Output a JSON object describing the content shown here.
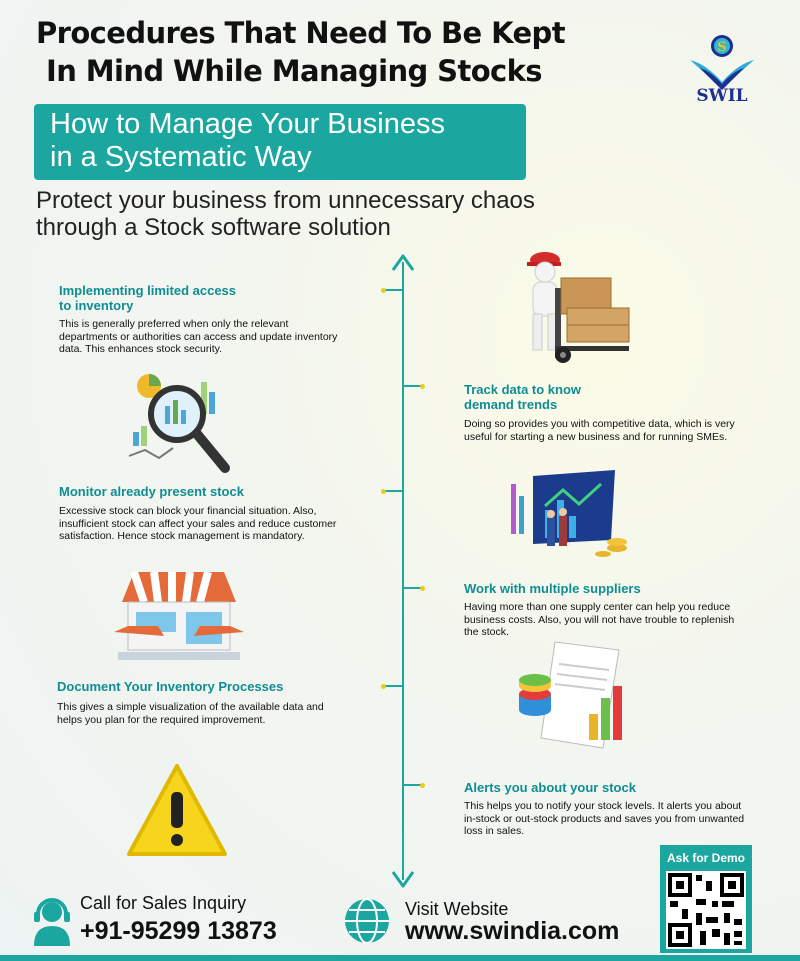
{
  "header": {
    "title_line1": "Procedures That Need To Be Kept",
    "title_line2": "In Mind While Managing Stocks",
    "logo_text": "SWIL"
  },
  "banner": {
    "line1": "How to Manage Your Business",
    "line2": "in a Systematic Way"
  },
  "subtitle": {
    "line1": "Protect your business from unnecessary chaos",
    "line2": "through a Stock software solution"
  },
  "items": [
    {
      "title_line1": "Implementing limited access",
      "title_line2": "to inventory",
      "text": "This is generally preferred when only the relevant departments or authorities can access and update inventory data. This enhances stock security."
    },
    {
      "title_line1": "Track data to know",
      "title_line2": "demand trends",
      "text": "Doing so provides you with competitive data, which is very useful for starting a new business and for running SMEs."
    },
    {
      "title_line1": "Monitor already present stock",
      "title_line2": "",
      "text": "Excessive stock can block your financial situation. Also, insufficient stock can affect your sales and reduce customer satisfaction. Hence stock management is mandatory."
    },
    {
      "title_line1": "Work with multiple suppliers",
      "title_line2": "",
      "text": "Having more than one supply center can help you reduce business costs. Also, you will not have trouble to replenish the stock."
    },
    {
      "title_line1": "Document Your Inventory Processes",
      "title_line2": "",
      "text": "This gives a simple visualization of the available data and helps you plan for the required improvement."
    },
    {
      "title_line1": "Alerts you about your stock",
      "title_line2": "",
      "text": "This helps you to notify your stock levels. It alerts you about in-stock or out-stock products and saves you from unwanted loss in sales."
    }
  ],
  "footer": {
    "call_label": "Call for Sales Inquiry",
    "phone": "+91-95299 13873",
    "visit_label": "Visit Website",
    "website": "www.swindia.com",
    "demo_label": "Ask for Demo"
  },
  "colors": {
    "accent": "#1ba7a0",
    "item_title": "#0f8d93",
    "dot": "#e6cc1f",
    "logo_blue": "#1d2f8f"
  }
}
